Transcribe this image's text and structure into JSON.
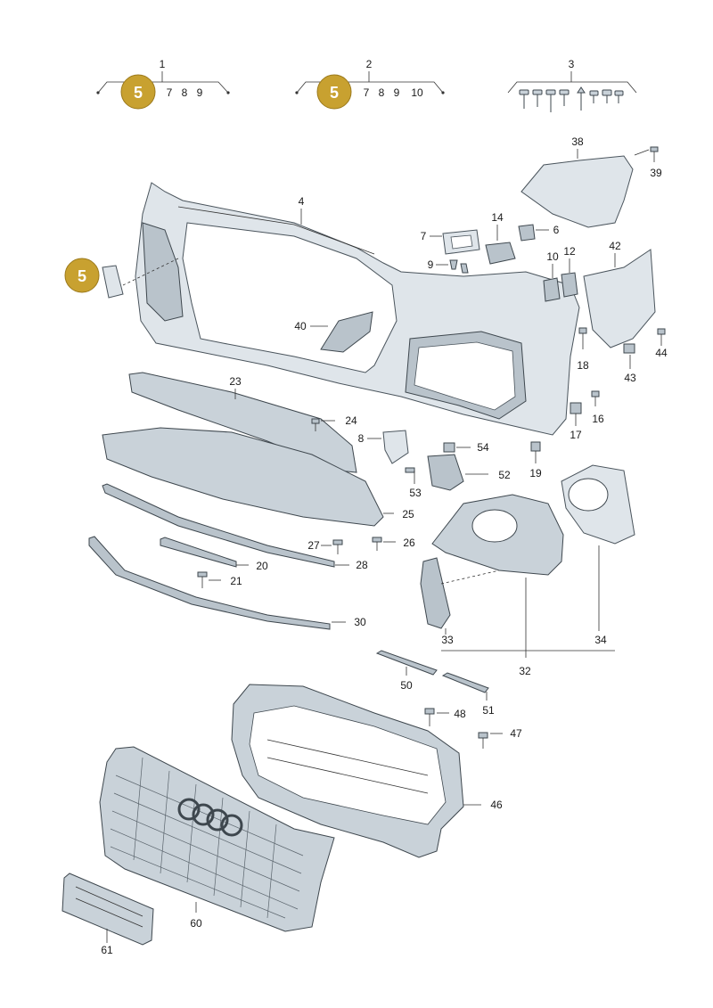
{
  "badge": {
    "label": "5",
    "color": "#c8a130"
  },
  "groups": [
    {
      "label": "1",
      "items": [
        "7",
        "8",
        "9"
      ]
    },
    {
      "label": "2",
      "items": [
        "7",
        "8",
        "9",
        "10"
      ]
    },
    {
      "label": "3"
    }
  ],
  "callouts": {
    "c4": "4",
    "c5": "5",
    "c6": "6",
    "c7": "7",
    "c8": "8",
    "c9": "9",
    "c10": "10",
    "c12": "12",
    "c14": "14",
    "c16": "16",
    "c17": "17",
    "c18": "18",
    "c19": "19",
    "c20": "20",
    "c21": "21",
    "c23": "23",
    "c24": "24",
    "c25": "25",
    "c26": "26",
    "c27": "27",
    "c28": "28",
    "c30": "30",
    "c32": "32",
    "c33": "33",
    "c34": "34",
    "c38": "38",
    "c39": "39",
    "c40": "40",
    "c42": "42",
    "c43": "43",
    "c44": "44",
    "c46": "46",
    "c47": "47",
    "c48": "48",
    "c50": "50",
    "c51": "51",
    "c52": "52",
    "c53": "53",
    "c54": "54",
    "c60": "60",
    "c61": "61"
  }
}
